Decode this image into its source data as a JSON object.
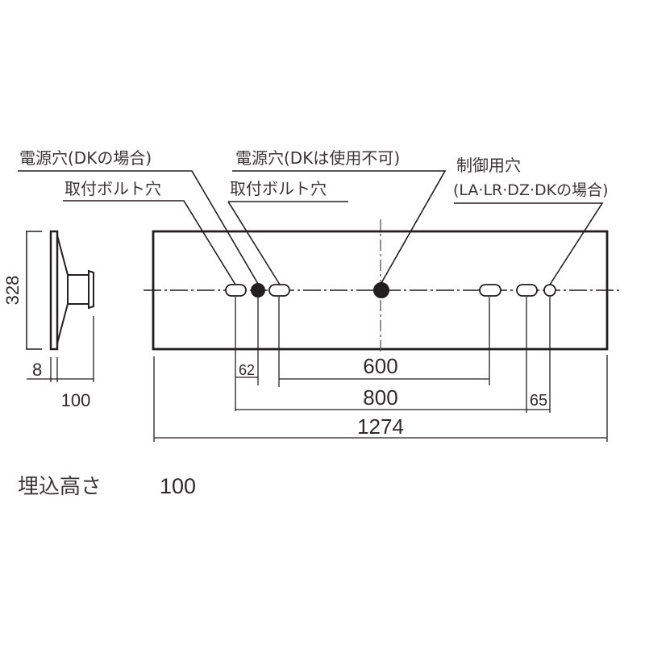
{
  "diagram": {
    "type": "technical-dimension-drawing",
    "line_color": "#231f20",
    "text_color": "#3a3536",
    "callouts": {
      "power_hole_dk": "電源穴(DKの場合)",
      "mount_bolt_hole_left": "取付ボルト穴",
      "power_hole_dk_not_usable": "電源穴(DKは使用不可)",
      "mount_bolt_hole_center": "取付ボルト穴",
      "control_hole_title": "制御用穴",
      "control_hole_condition": "(LA·LR·DZ·DKの場合)"
    },
    "side_view": {
      "height_dim": "328",
      "thickness_dim": "8",
      "depth_dim": "100"
    },
    "front_view": {
      "dims": {
        "d62": "62",
        "d600": "600",
        "d800": "800",
        "d65": "65",
        "d1274": "1274"
      }
    },
    "footer": {
      "label": "埋込高さ",
      "value": "100"
    }
  }
}
